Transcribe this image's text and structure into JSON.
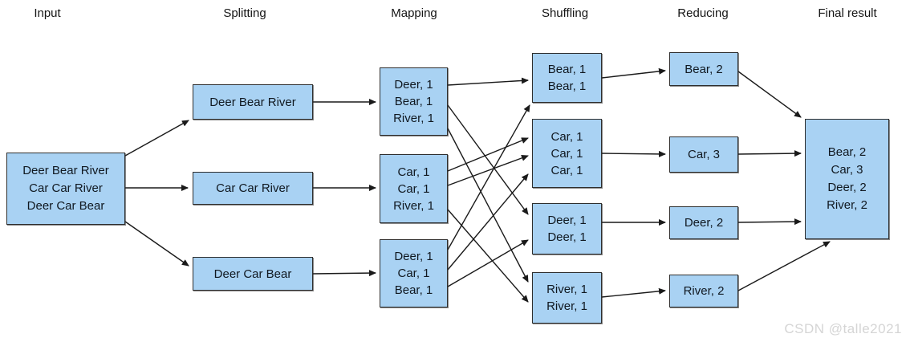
{
  "stage_labels": [
    "Input",
    "Splitting",
    "Mapping",
    "Shuffling",
    "Reducing",
    "Final result"
  ],
  "input_box": {
    "lines": [
      "Deer Bear River",
      "Car Car River",
      "Deer Car Bear"
    ]
  },
  "splitting": {
    "boxes": [
      {
        "label": "Deer Bear River"
      },
      {
        "label": "Car Car River"
      },
      {
        "label": "Deer Car Bear"
      }
    ]
  },
  "mapping": {
    "boxes": [
      {
        "lines": [
          "Deer, 1",
          "Bear, 1",
          "River, 1"
        ]
      },
      {
        "lines": [
          "Car, 1",
          "Car, 1",
          "River, 1"
        ]
      },
      {
        "lines": [
          "Deer, 1",
          "Car, 1",
          "Bear, 1"
        ]
      }
    ]
  },
  "shuffling": {
    "boxes": [
      {
        "lines": [
          "Bear, 1",
          "Bear, 1"
        ]
      },
      {
        "lines": [
          "Car, 1",
          "Car, 1",
          "Car, 1"
        ]
      },
      {
        "lines": [
          "Deer, 1",
          "Deer, 1"
        ]
      },
      {
        "lines": [
          "River, 1",
          "River, 1"
        ]
      }
    ]
  },
  "reducing": {
    "boxes": [
      {
        "label": "Bear, 2"
      },
      {
        "label": "Car, 3"
      },
      {
        "label": "Deer, 2"
      },
      {
        "label": "River, 2"
      }
    ]
  },
  "final_result": {
    "lines": [
      "Bear, 2",
      "Car, 3",
      "Deer, 2",
      "River, 2"
    ]
  },
  "watermark": "CSDN @talle2021",
  "colors": {
    "box_fill": "#a9d2f3",
    "box_border": "#2e2e2e",
    "arrow": "#1a1a1a",
    "text": "#101820",
    "watermark": "#d5d5d5"
  }
}
